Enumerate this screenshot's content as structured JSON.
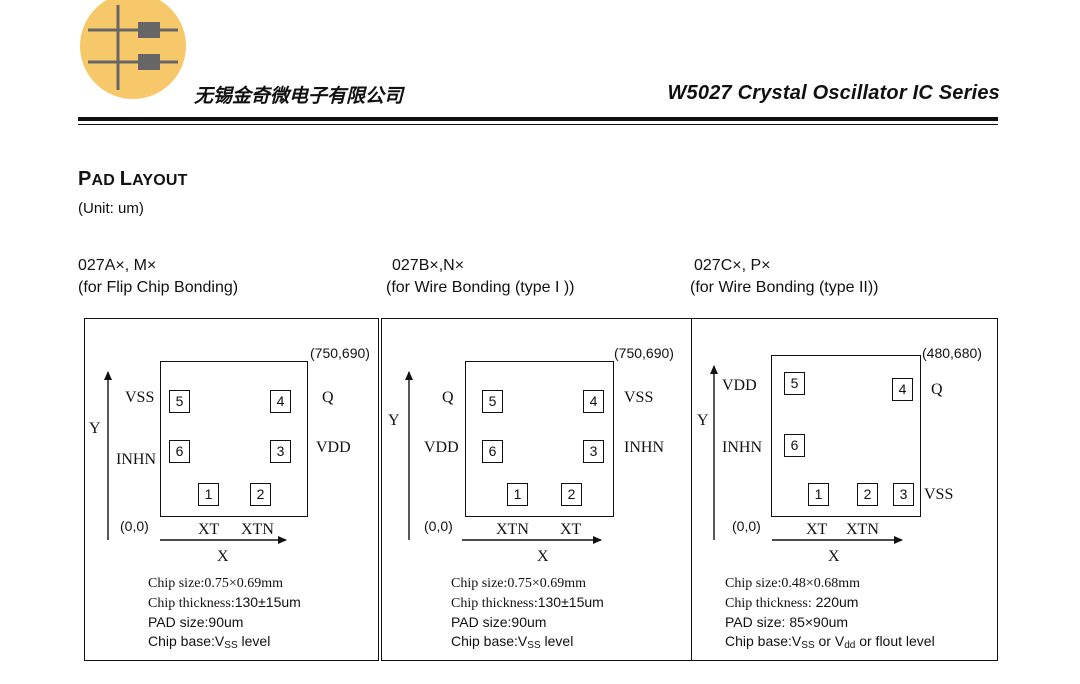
{
  "header": {
    "company": "无锡金奇微电子有限公司",
    "series": "W5027 Crystal Oscillator IC Series",
    "logo_color": "#f7c86a"
  },
  "section": {
    "title_p": "P",
    "title_ad": "AD ",
    "title_l": "L",
    "title_ayout": "AYOUT",
    "unit": "(Unit: um)"
  },
  "columns": [
    {
      "model": "027A×, M×",
      "desc": "(for Flip Chip Bonding)",
      "corner": "(750,690)",
      "origin": "(0,0)",
      "x_axis": "X",
      "y_axis": "Y",
      "pads": [
        {
          "num": "5",
          "label": "VSS"
        },
        {
          "num": "4",
          "label": "Q"
        },
        {
          "num": "6",
          "label": "INHN"
        },
        {
          "num": "3",
          "label": "VDD"
        },
        {
          "num": "1",
          "label": "XT"
        },
        {
          "num": "2",
          "label": "XTN"
        }
      ],
      "spec": {
        "chip_size_k": "Chip size:",
        "chip_size_v": "0.75×0.69mm",
        "thickness_k": "Chip thickness:",
        "thickness_v": "130±15um",
        "pad_size": "PAD size:90um",
        "base_pre": "Chip base:V",
        "base_sub": "SS",
        "base_post": " level"
      }
    },
    {
      "model": "027B×,N×",
      "desc": "(for Wire Bonding (type I ))",
      "corner": "(750,690)",
      "origin": "(0,0)",
      "x_axis": "X",
      "y_axis": "Y",
      "pads": [
        {
          "num": "5",
          "label": "Q"
        },
        {
          "num": "4",
          "label": "VSS"
        },
        {
          "num": "6",
          "label": "VDD"
        },
        {
          "num": "3",
          "label": "INHN"
        },
        {
          "num": "1",
          "label": "XTN"
        },
        {
          "num": "2",
          "label": "XT"
        }
      ],
      "spec": {
        "chip_size_k": "Chip size:",
        "chip_size_v": "0.75×0.69mm",
        "thickness_k": "Chip thickness:",
        "thickness_v": "130±15um",
        "pad_size": "PAD size:90um",
        "base_pre": "Chip base:V",
        "base_sub": "SS",
        "base_post": " level"
      }
    },
    {
      "model": "027C×, P×",
      "desc": "(for Wire Bonding (type II))",
      "corner": "(480,680)",
      "origin": "(0,0)",
      "x_axis": "X",
      "y_axis": "Y",
      "pads": [
        {
          "num": "5",
          "label": "VDD"
        },
        {
          "num": "4",
          "label": "Q"
        },
        {
          "num": "6",
          "label": "INHN"
        },
        {
          "num": "1",
          "label": "XT"
        },
        {
          "num": "2",
          "label": "XTN"
        },
        {
          "num": "3",
          "label": "VSS"
        }
      ],
      "spec": {
        "chip_size_k": "Chip size:",
        "chip_size_v": "0.48×0.68mm",
        "thickness_k": "Chip thickness:",
        "thickness_v": " 220um",
        "pad_size": "PAD size: 85×90um",
        "base_pre": "Chip base:V",
        "base_sub": "SS",
        "base_mid": " or V",
        "base_sub2": "dd",
        "base_post": " or flout level"
      }
    }
  ]
}
